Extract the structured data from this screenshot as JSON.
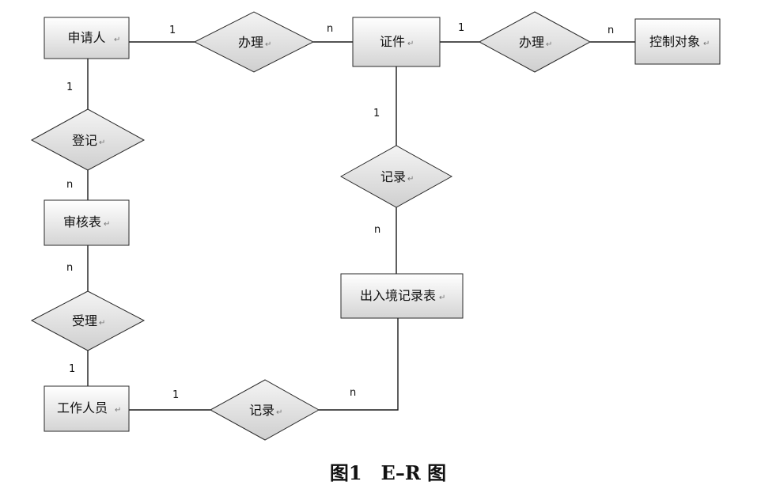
{
  "entities": {
    "applicant": "申请人",
    "certificate": "证件",
    "control_object": "控制对象",
    "review_form": "审核表",
    "border_record": "出入境记录表",
    "staff": "工作人员"
  },
  "relationships": {
    "handle_1": "办理",
    "handle_2": "办理",
    "register": "登记",
    "record_cert": "记录",
    "accept": "受理",
    "record_staff": "记录"
  },
  "cardinalities": {
    "applicant_handle": "1",
    "handle_certificate": "n",
    "certificate_handle2": "1",
    "handle2_control": "n",
    "applicant_register": "1",
    "register_review": "n",
    "certificate_record": "1",
    "record_border": "n",
    "review_accept": "n",
    "accept_staff": "1",
    "staff_record": "1",
    "record_border_bottom": "n"
  },
  "return_mark": "↵",
  "caption": "图1　E–R 图"
}
